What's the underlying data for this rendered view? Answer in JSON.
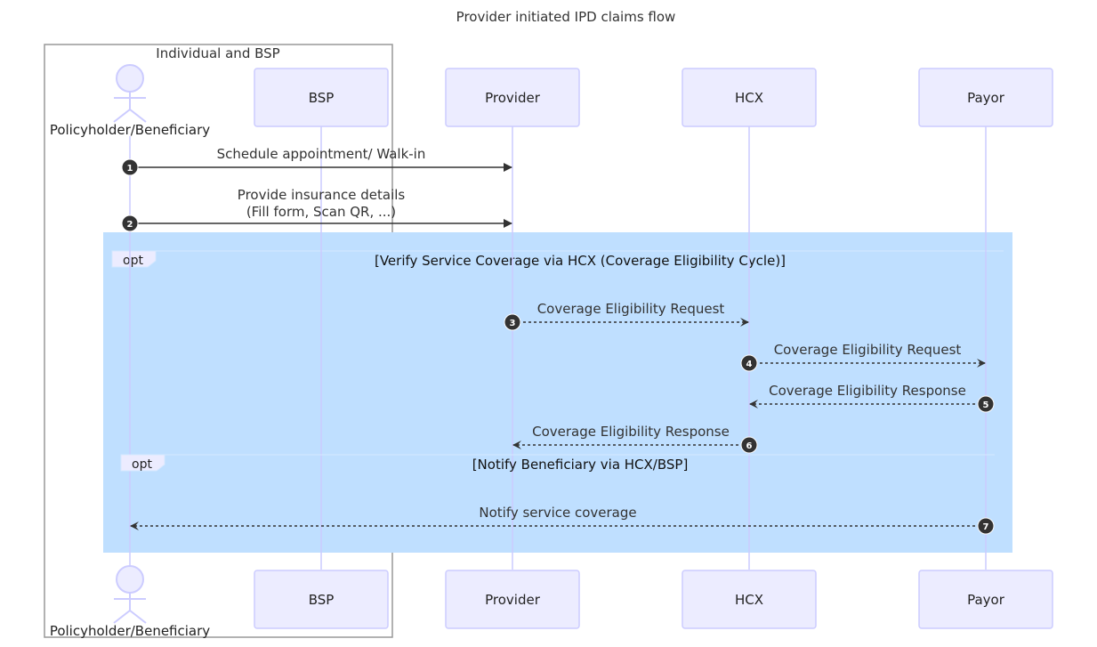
{
  "diagram": {
    "title": "Provider initiated IPD claims flow",
    "group_label": "Individual and BSP",
    "participants": {
      "policyholder": "Policyholder/Beneficiary",
      "bsp": "BSP",
      "provider": "Provider",
      "hcx": "HCX",
      "payor": "Payor"
    },
    "messages": {
      "m1": "Schedule appointment/ Walk-in",
      "m2_line1": "Provide insurance details",
      "m2_line2": "(Fill form, Scan QR, ...)",
      "m3": "Coverage Eligibility Request",
      "m4": "Coverage Eligibility Request",
      "m5": "Coverage Eligibility Response",
      "m6": "Coverage Eligibility Response",
      "m7": "Notify service coverage"
    },
    "steps": [
      "1",
      "2",
      "3",
      "4",
      "5",
      "6",
      "7"
    ],
    "opt_outer": {
      "keyword": "opt",
      "condition": "[Verify Service Coverage via HCX (Coverage Eligibility Cycle)]"
    },
    "opt_inner": {
      "keyword": "opt",
      "condition": "[Notify Beneficiary via HCX/BSP]"
    },
    "colors": {
      "actor_fill": "#ECECFF",
      "actor_stroke": "#CCCCFF",
      "lifeline": "#CCCCFF",
      "opt_background": "#BFDFFF",
      "group_border": "#999999",
      "arrow": "#333333",
      "step_badge": "#333333"
    }
  }
}
